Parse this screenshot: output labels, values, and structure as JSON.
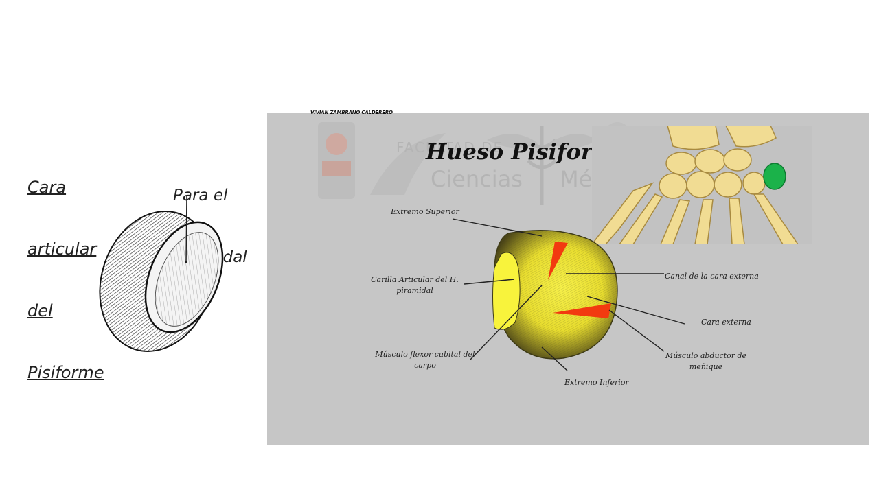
{
  "left_diagram": {
    "title_lines": [
      "Cara",
      "articular",
      "del",
      "Pisiforme"
    ],
    "pointer_lines": [
      "Para el",
      "Piramidal"
    ]
  },
  "slide": {
    "author": "VIVIAN ZAMBRANO CALDERERO",
    "title": "Hueso Pisiforme",
    "watermark": {
      "line1": "FACULTAD DE",
      "line2a": "Ciencias",
      "line2b": "Médicas"
    },
    "labels": {
      "extremo_superior": "Extremo Superior",
      "carilla_1": "Carilla Articular del H.",
      "carilla_2": "piramidal",
      "musculo_flexor_1": "Músculo flexor cubital del",
      "musculo_flexor_2": "carpo",
      "extremo_inferior": "Extremo Inferior",
      "canal": "Canal de la cara externa",
      "cara_externa": "Cara externa",
      "abductor_1": "Músculo abductor de",
      "abductor_2": "meñique"
    }
  },
  "colors": {
    "slide_bg": "#c6c6c6",
    "bone_yellow": "#f3ec2a",
    "bone_dark": "#3d3a16",
    "muscle_red": "#f23a10",
    "pisiform_highlight": "#1bb24a",
    "hand_bone": "#f1dc93"
  }
}
